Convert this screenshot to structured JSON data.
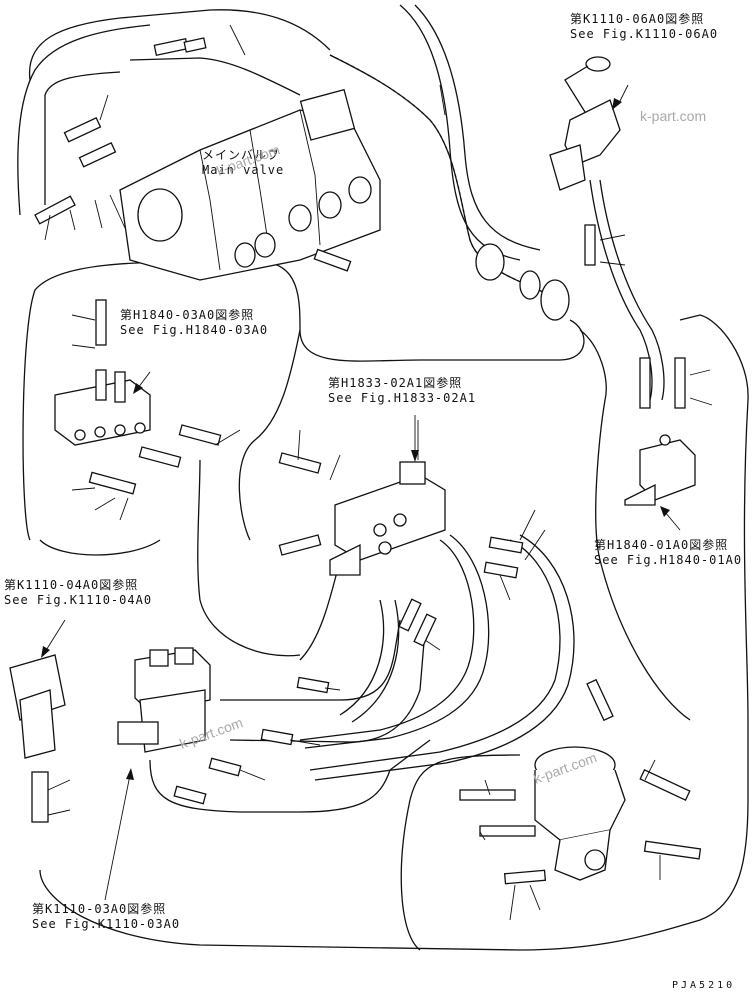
{
  "references": [
    {
      "id": "k1110-06a0",
      "jp": "第K1110-06A0図参照",
      "en": "See Fig.K1110-06A0"
    },
    {
      "id": "h1840-03a0",
      "jp": "第H1840-03A0図参照",
      "en": "See Fig.H1840-03A0"
    },
    {
      "id": "h1833-02a1",
      "jp": "第H1833-02A1図参照",
      "en": "See Fig.H1833-02A1"
    },
    {
      "id": "h1840-01a0",
      "jp": "第H1840-01A0図参照",
      "en": "See Fig.H1840-01A0"
    },
    {
      "id": "k1110-04a0",
      "jp": "第K1110-04A0図参照",
      "en": "See Fig.K1110-04A0"
    },
    {
      "id": "k1110-03a0",
      "jp": "第K1110-03A0図参照",
      "en": "See Fig.K1110-03A0"
    }
  ],
  "main_valve": {
    "jp": "メインバルブ",
    "en": "Main valve"
  },
  "watermark": "k-part.com",
  "part_number": "PJA5210"
}
